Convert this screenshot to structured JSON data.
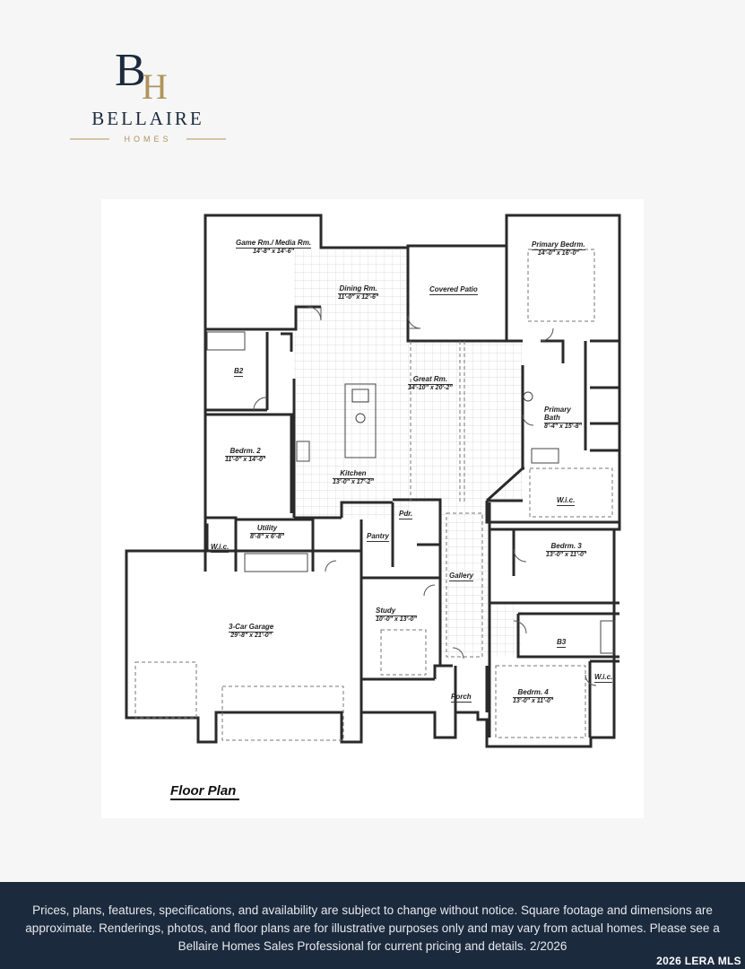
{
  "brand": {
    "monogram_b": "B",
    "monogram_h": "H",
    "name": "BELLAIRE",
    "tagline": "HOMES",
    "navy": "#1c2a3d",
    "gold": "#b0935c"
  },
  "plan": {
    "title": "Floor Plan",
    "rooms": [
      {
        "key": "game",
        "name": "Game Rm./ Media Rm.",
        "dims": "14'-8\" x 14'-6\""
      },
      {
        "key": "dining",
        "name": "Dining Rm.",
        "dims": "11'-0\" x 12'-6\""
      },
      {
        "key": "patio",
        "name": "Covered Patio",
        "dims": ""
      },
      {
        "key": "primary_bed",
        "name": "Primary Bedrm.",
        "dims": "14'-0\" x 16'-0\""
      },
      {
        "key": "b2",
        "name": "B2",
        "dims": ""
      },
      {
        "key": "great",
        "name": "Great Rm.",
        "dims": "14'-10\" x 20'-2\""
      },
      {
        "key": "primary_bath",
        "name": "Primary Bath",
        "dims": "8'-4\" x 15'-8\""
      },
      {
        "key": "bed2",
        "name": "Bedrm. 2",
        "dims": "11'-0\" x 14'-0\""
      },
      {
        "key": "kitchen",
        "name": "Kitchen",
        "dims": "13'-0\" x 17'-2\""
      },
      {
        "key": "wic_primary",
        "name": "W.i.c.",
        "dims": ""
      },
      {
        "key": "pdr",
        "name": "Pdr.",
        "dims": ""
      },
      {
        "key": "utility",
        "name": "Utility",
        "dims": "8'-8\" x 6'-8\""
      },
      {
        "key": "pantry",
        "name": "Pantry",
        "dims": ""
      },
      {
        "key": "wic_bed2",
        "name": "W.i.c.",
        "dims": ""
      },
      {
        "key": "bed3",
        "name": "Bedrm. 3",
        "dims": "13'-0\" x 11'-0\""
      },
      {
        "key": "gallery",
        "name": "Gallery",
        "dims": ""
      },
      {
        "key": "garage",
        "name": "3-Car Garage",
        "dims": "29'-8\" x 21'-0\""
      },
      {
        "key": "study",
        "name": "Study",
        "dims": "10'-0\" x 13'-0\""
      },
      {
        "key": "b3",
        "name": "B3",
        "dims": ""
      },
      {
        "key": "wic_bed4",
        "name": "W.i.c.",
        "dims": ""
      },
      {
        "key": "porch",
        "name": "Porch",
        "dims": ""
      },
      {
        "key": "bed4",
        "name": "Bedrm. 4",
        "dims": "13'-0\" x 11'-0\""
      }
    ]
  },
  "footer": {
    "disclaimer": "Prices, plans, features, specifications, and availability are subject to change without notice. Square footage and dimensions are approximate. Renderings, photos, and floor plans are for illustrative purposes only and may vary from actual homes. Please see a Bellaire Homes Sales Professional for current pricing and details. 2/2026",
    "mls": "2026 LERA MLS"
  }
}
